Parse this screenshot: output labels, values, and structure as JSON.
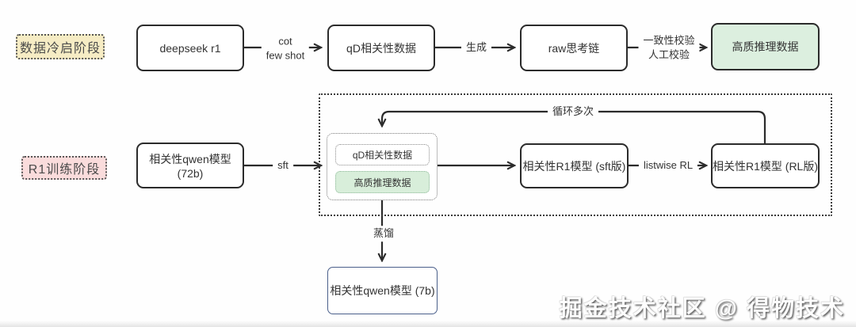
{
  "stages": {
    "cold_start": "数据冷启阶段",
    "training": "R1训练阶段"
  },
  "nodes": {
    "deepseek": "deepseek r1",
    "qd_data": "qD相关性数据",
    "raw_cot": "raw思考链",
    "hq_data": "高质推理数据",
    "qwen_72b": "相关性qwen模型 (72b)",
    "inner_qd_data": "qD相关性数据",
    "inner_hq_data": "高质推理数据",
    "r1_sft": "相关性R1模型 (sft版)",
    "r1_rl": "相关性R1模型 (RL版)",
    "qwen_7b": "相关性qwen模型 (7b)"
  },
  "edges": {
    "cot_line1": "cot",
    "cot_line2": "few shot",
    "generate": "生成",
    "check_line1": "一致性校验",
    "check_line2": "人工校验",
    "sft": "sft",
    "listwise_rl": "listwise RL",
    "loop": "循环多次",
    "distill": "蒸馏"
  },
  "watermark": "掘金技术社区 @ 得物技术",
  "colors": {
    "cold_start_badge_bg": "#f6ecc4",
    "training_badge_bg": "#fadcdc",
    "hq_data_bg": "#dcefdf",
    "qwen7b_border": "#4a5f8a",
    "line": "#2b2b2b"
  }
}
